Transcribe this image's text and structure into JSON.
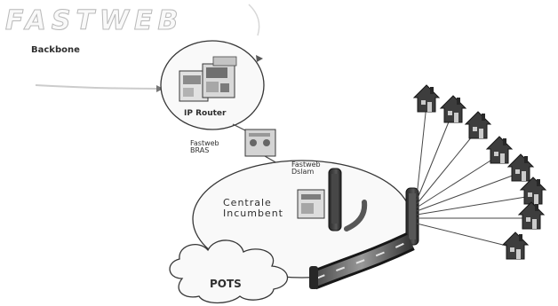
{
  "diagram": {
    "brand": "FASTWEB",
    "labels": {
      "backbone": "Backbone",
      "ip_router": "IP Router",
      "bras_line1": "Fastweb",
      "bras_line2": "BRAS",
      "dslam_line1": "Fastweb",
      "dslam_line2": "Dslam",
      "central_office_line1": "Centrale",
      "central_office_line2": "Incumbent",
      "pots": "POTS"
    },
    "icons": {
      "router": "router-icon",
      "bras": "bras-switch-icon",
      "dslam": "dslam-rack-icon",
      "cabinet": "street-cabinet-icon",
      "house": "house-icon",
      "cloud": "pots-cloud-icon"
    },
    "customer_house_count": 8
  }
}
